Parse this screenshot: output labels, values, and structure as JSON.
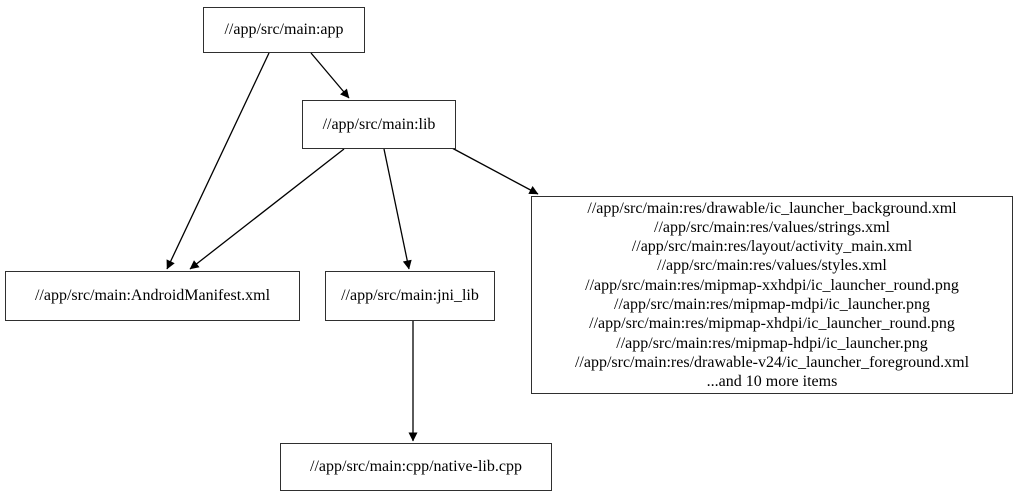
{
  "diagram": {
    "type": "dependency-graph",
    "nodes": {
      "app": {
        "label": "//app/src/main:app"
      },
      "lib": {
        "label": "//app/src/main:lib"
      },
      "manifest": {
        "label": "//app/src/main:AndroidManifest.xml"
      },
      "jni_lib": {
        "label": "//app/src/main:jni_lib"
      },
      "native_cpp": {
        "label": "//app/src/main:cpp/native-lib.cpp"
      },
      "resources": {
        "lines": [
          "//app/src/main:res/drawable/ic_launcher_background.xml",
          "//app/src/main:res/values/strings.xml",
          "//app/src/main:res/layout/activity_main.xml",
          "//app/src/main:res/values/styles.xml",
          "//app/src/main:res/mipmap-xxhdpi/ic_launcher_round.png",
          "//app/src/main:res/mipmap-mdpi/ic_launcher.png",
          "//app/src/main:res/mipmap-xhdpi/ic_launcher_round.png",
          "//app/src/main:res/mipmap-hdpi/ic_launcher.png",
          "//app/src/main:res/drawable-v24/ic_launcher_foreground.xml",
          "...and 10 more items"
        ]
      }
    },
    "edges": [
      {
        "from": "app",
        "to": "lib"
      },
      {
        "from": "app",
        "to": "manifest"
      },
      {
        "from": "lib",
        "to": "manifest"
      },
      {
        "from": "lib",
        "to": "jni_lib"
      },
      {
        "from": "lib",
        "to": "resources"
      },
      {
        "from": "jni_lib",
        "to": "native_cpp"
      }
    ],
    "colors": {
      "background": "#ffffff",
      "node_border": "#2f2f2f",
      "edge": "#000000",
      "text": "#000000"
    }
  }
}
